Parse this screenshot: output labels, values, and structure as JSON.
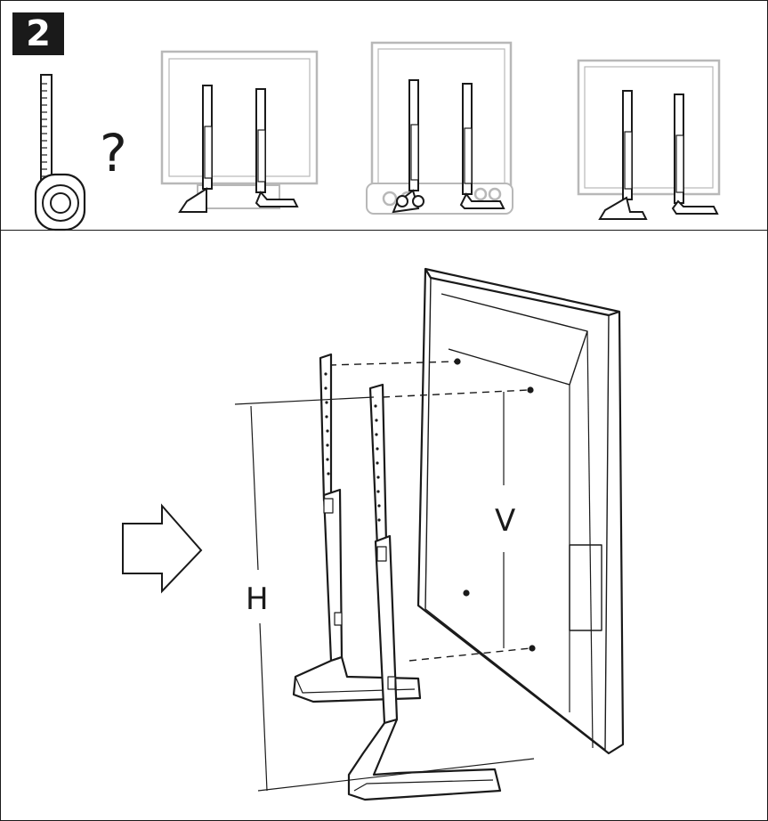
{
  "step": {
    "number": "2"
  },
  "question": {
    "mark": "?"
  },
  "dimensions": {
    "vertical_label": "V",
    "horizontal_label": "H"
  },
  "colors": {
    "ink": "#1a1a1a",
    "grey": "#b8b8b8",
    "white": "#ffffff"
  }
}
